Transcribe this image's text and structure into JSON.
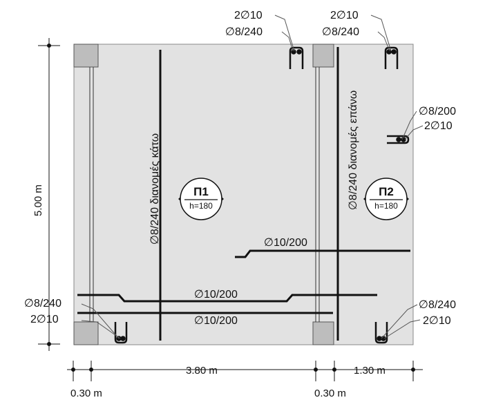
{
  "drawing": {
    "dimensions": {
      "height_total": "5.00 m",
      "span_1": "3.80 m",
      "span_2": "1.30 m",
      "column_left": "0.30 m",
      "column_mid": "0.30 m"
    },
    "slabs": [
      {
        "name": "Π1",
        "thickness": "h=180"
      },
      {
        "name": "Π2",
        "thickness": "h=180"
      }
    ],
    "rebar_labels": {
      "top_left_bars": "2∅10",
      "top_left_stirrups": "∅8/240",
      "top_right_bars": "2∅10",
      "top_right_stirrups": "∅8/240",
      "right_mid_stirrups": "∅8/200",
      "right_mid_bars": "2∅10",
      "slab1_distribution": "∅8/240  διανομές κάτω",
      "slab2_distribution": "∅8/240  διανομές επάνω",
      "upper_main": "∅10/200",
      "middle_main": "∅10/200",
      "lower_main": "∅10/200",
      "bottom_left_stirrups": "∅8/240",
      "bottom_left_bars": "2∅10",
      "bottom_right_stirrups": "∅8/240",
      "bottom_right_bars": "2∅10"
    },
    "colors": {
      "slab_fill": "#e2e2e2",
      "column_fill": "#bdbdbd",
      "line": "#111111"
    }
  }
}
